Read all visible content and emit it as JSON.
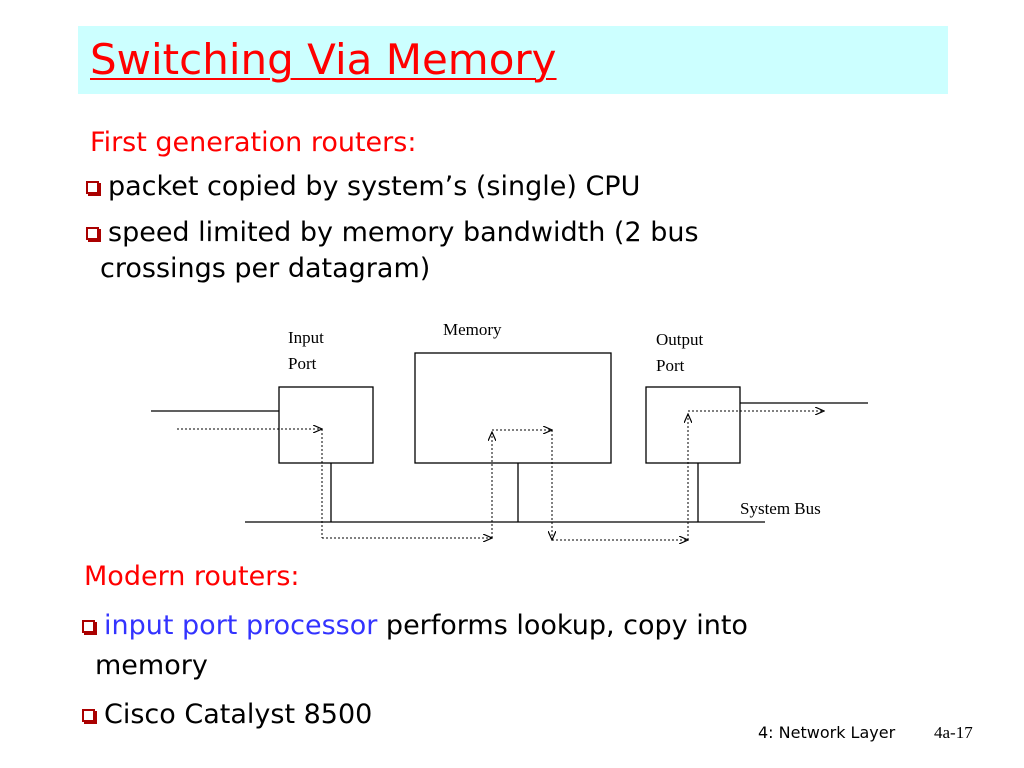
{
  "slide": {
    "title": "Switching Via Memory",
    "colors": {
      "title": "#ff0000",
      "title_band": "#ccffff",
      "emphasis": "#3333ff",
      "bullet": "#aa0000"
    }
  },
  "first_gen": {
    "heading": "First generation routers:",
    "bullets": [
      {
        "icon": "hollow-square-bullet-icon",
        "line1": "packet copied by system’s (single) CPU"
      },
      {
        "icon": "hollow-square-bullet-icon",
        "line1": "speed limited by memory bandwidth (2 bus",
        "line2": "crossings per datagram)"
      }
    ]
  },
  "diagram": {
    "input_port_line1": "Input",
    "input_port_line2": "Port",
    "memory": "Memory",
    "output_port_line1": "Output",
    "output_port_line2": "Port",
    "system_bus": "System Bus"
  },
  "modern": {
    "heading": "Modern routers:",
    "bullets": [
      {
        "icon": "hollow-square-bullet-icon",
        "emphasis": "input port processor",
        "rest": " performs lookup, copy into",
        "line2": "memory"
      },
      {
        "icon": "hollow-square-bullet-icon",
        "line1": "Cisco Catalyst 8500"
      }
    ]
  },
  "footer": {
    "chapter": "4: Network Layer",
    "page": "4a-17"
  }
}
